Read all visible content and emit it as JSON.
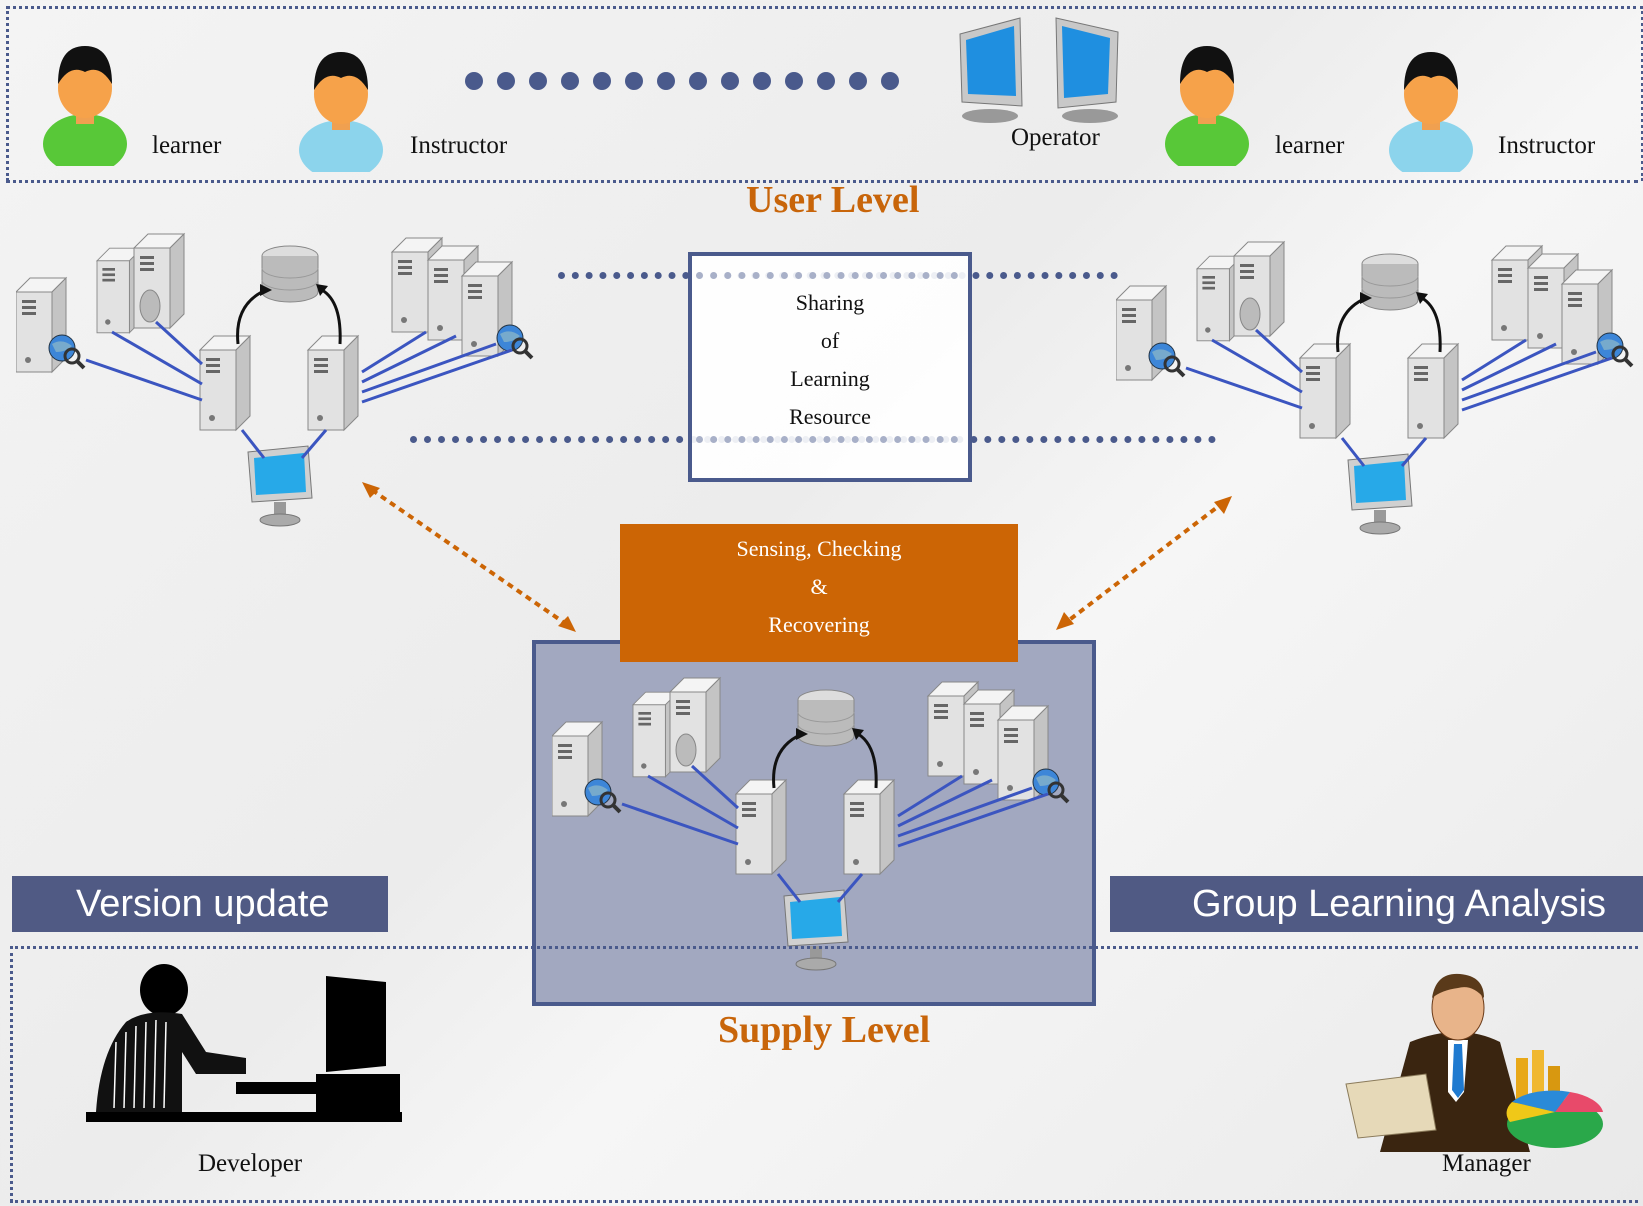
{
  "user_level": {
    "title": "User Level",
    "users": [
      {
        "label": "learner",
        "icon": "learner-icon"
      },
      {
        "label": "Instructor",
        "icon": "instructor-icon"
      },
      {
        "label": "Operator",
        "icon": "operator-monitors-icon"
      },
      {
        "label": "learner",
        "icon": "learner-icon"
      },
      {
        "label": "Instructor",
        "icon": "instructor-icon"
      }
    ]
  },
  "sharing": {
    "line1": "Sharing",
    "line2": "of",
    "line3": "Learning",
    "line4": "Resource"
  },
  "sensing": {
    "line1": "Sensing, Checking",
    "line2": "&",
    "line3": "Recovering"
  },
  "supply_level": {
    "title": "Supply Level"
  },
  "banners": {
    "left": "Version update",
    "right": "Group Learning Analysis"
  },
  "roles": {
    "developer": "Developer",
    "manager": "Manager"
  },
  "colors": {
    "accent_orange": "#cc6505",
    "navy": "#4a5a8c",
    "link_blue": "#3b55c0"
  }
}
